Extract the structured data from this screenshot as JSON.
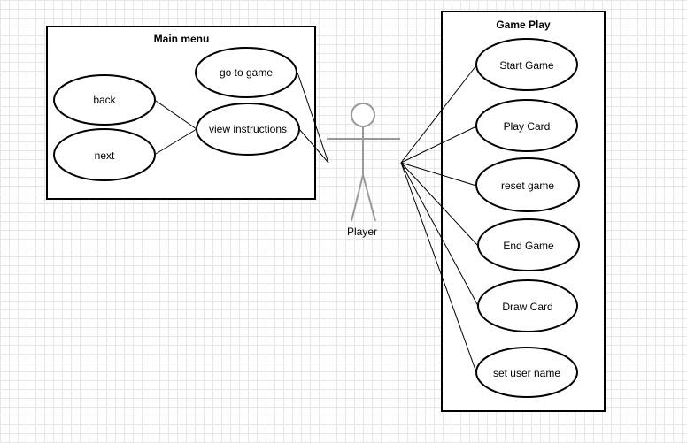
{
  "diagram": {
    "type": "use-case",
    "colors": {
      "line": "#000000",
      "actor": "#999999",
      "grid": "#e6e6e6",
      "background": "#ffffff"
    },
    "main_menu": {
      "title": "Main menu",
      "cases": {
        "back": "back",
        "next": "next",
        "go_to_game": "go to game",
        "view_instructions": "view instructions"
      }
    },
    "game_play": {
      "title": "Game Play",
      "cases": {
        "start_game": "Start Game",
        "play_card": "Play Card",
        "reset_game": "reset game",
        "end_game": "End Game",
        "draw_card": "Draw Card",
        "set_user_name": "set user name"
      }
    },
    "actor": {
      "label": "Player"
    }
  }
}
